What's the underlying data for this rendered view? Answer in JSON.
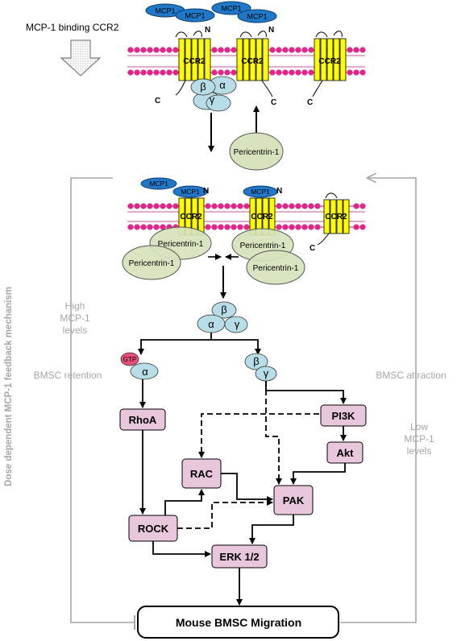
{
  "ligand": "MCP1",
  "receptor": "CCR2",
  "n_terminus": "N",
  "c_terminus": "C",
  "top_label": "MCP-1 binding CCR2",
  "g_alpha": "α",
  "g_beta": "β",
  "g_gamma": "γ",
  "gtp": "GTP",
  "pericentrin": "Pericentrin-1",
  "nodes": {
    "rhoa": "RhoA",
    "pi3k": "PI3K",
    "akt": "Akt",
    "rac": "RAC",
    "pak": "PAK",
    "rock": "ROCK",
    "erk": "ERK 1/2",
    "migration": "Mouse BMSC Migration"
  },
  "side": {
    "left_vertical": "Dose dependent MCP-1 feedback mechanism",
    "high_1": "High",
    "high_2": "MCP-1",
    "high_3": "levels",
    "retention": "BMSC retention",
    "attraction": "BMSC attraction",
    "low_1": "Low",
    "low_2": "MCP-1",
    "low_3": "levels"
  },
  "colors": {
    "mcp1": "#1f78c8",
    "receptor": "#ffff00",
    "membrane": "#e0288a",
    "g_protein": "#b7dde8",
    "pericentrin": "#d6e3bc",
    "node": "#e8c6dc",
    "gtp": "#e8507a",
    "feedback": "#a6a6a6"
  }
}
